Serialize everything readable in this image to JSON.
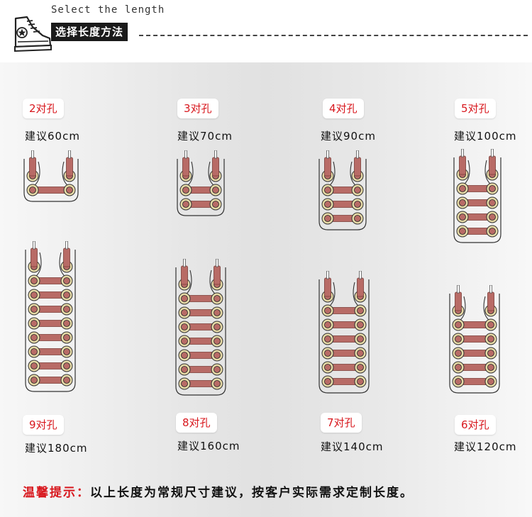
{
  "header": {
    "subtitle": "Select the length",
    "title": "选择长度方法"
  },
  "options": [
    {
      "id": "o2",
      "pairs_label": "2对孔",
      "length_label": "建议60cm",
      "eyelet_pairs": 2
    },
    {
      "id": "o3",
      "pairs_label": "3对孔",
      "length_label": "建议70cm",
      "eyelet_pairs": 3
    },
    {
      "id": "o4",
      "pairs_label": "4对孔",
      "length_label": "建议90cm",
      "eyelet_pairs": 4
    },
    {
      "id": "o5",
      "pairs_label": "5对孔",
      "length_label": "建议100cm",
      "eyelet_pairs": 5
    },
    {
      "id": "o9",
      "pairs_label": "9对孔",
      "length_label": "建议180cm",
      "eyelet_pairs": 9
    },
    {
      "id": "o8",
      "pairs_label": "8对孔",
      "length_label": "建议160cm",
      "eyelet_pairs": 8
    },
    {
      "id": "o7",
      "pairs_label": "7对孔",
      "length_label": "建议140cm",
      "eyelet_pairs": 7
    },
    {
      "id": "o6",
      "pairs_label": "6对孔",
      "length_label": "建议120cm",
      "eyelet_pairs": 6
    }
  ],
  "tip": {
    "label": "温馨提示：",
    "text": "以上长度为常规尺寸建议，按客户实际需求定制长度。"
  },
  "colors": {
    "accent_red": "#d8171d",
    "lace": "#b86b66",
    "eyelet_ring": "#e6d9a6"
  }
}
